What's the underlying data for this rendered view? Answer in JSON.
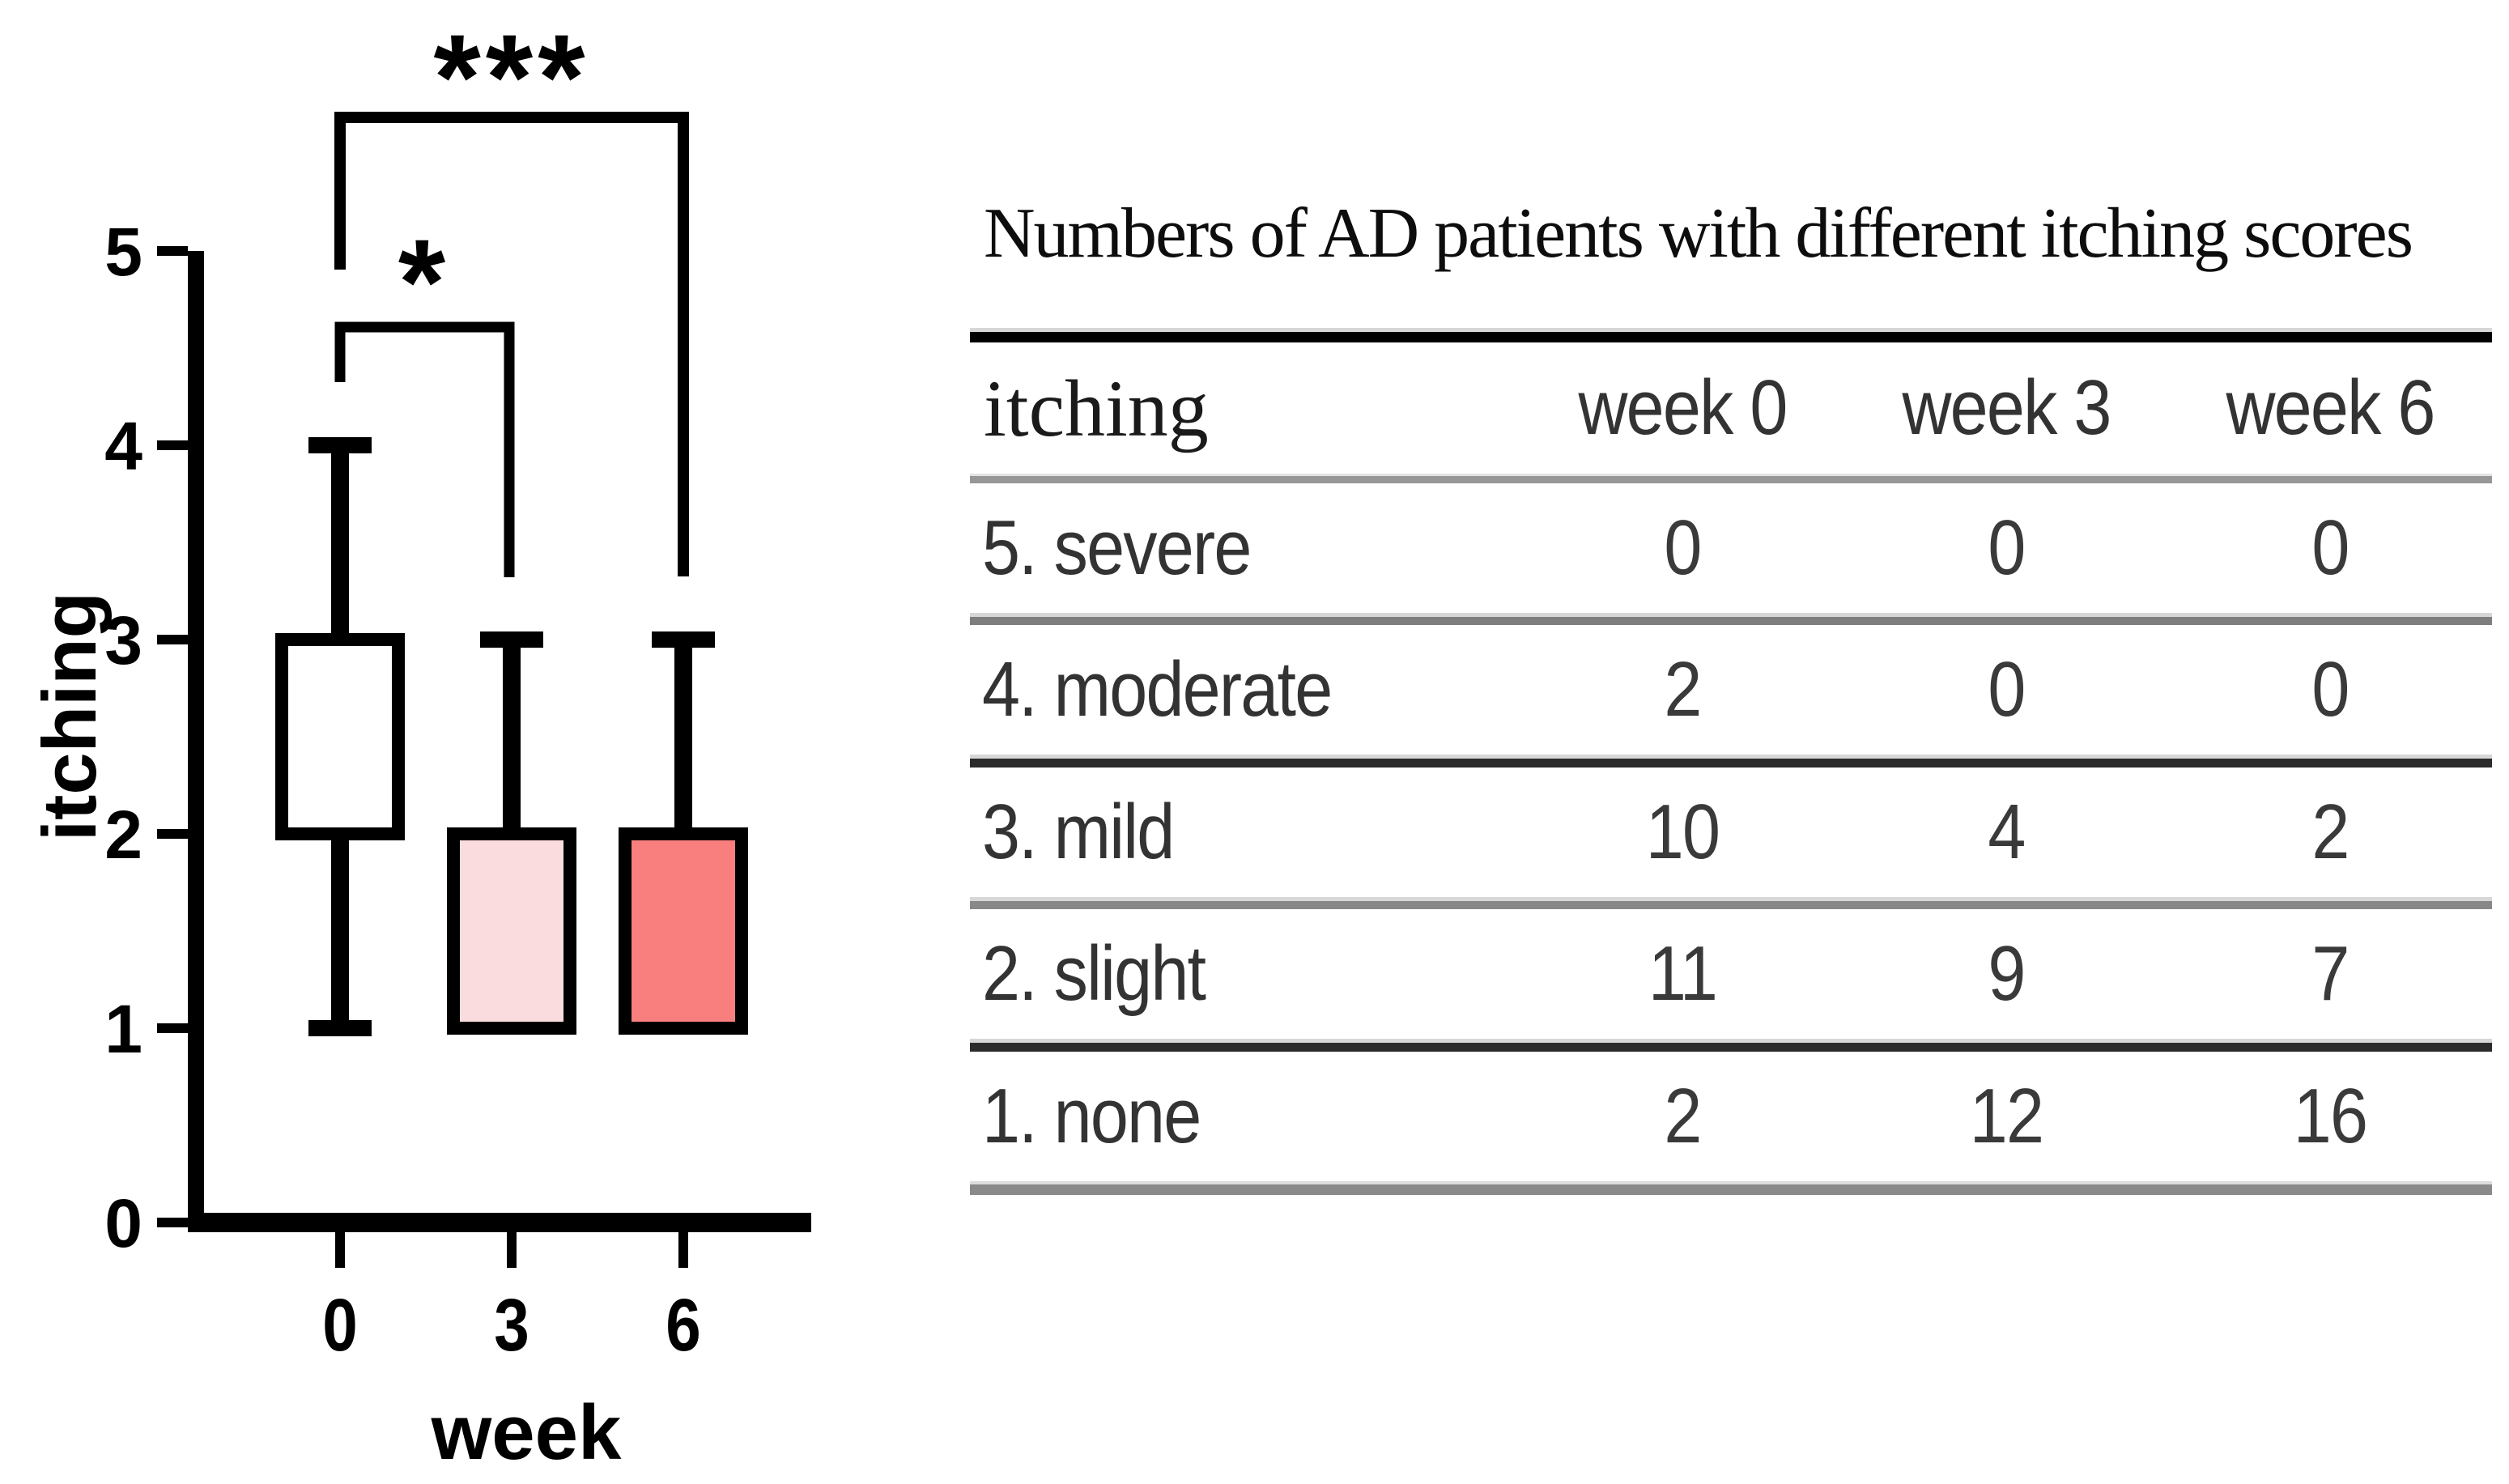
{
  "chart_data": {
    "type": "box",
    "title": "",
    "xlabel": "week",
    "ylabel": "itching",
    "ylim": [
      0,
      5
    ],
    "yticks": [
      "0",
      "1",
      "2",
      "3",
      "4",
      "5"
    ],
    "categories": [
      "0",
      "3",
      "6"
    ],
    "grid": false,
    "box_border_color": "#000000",
    "series": [
      {
        "name": "week 0",
        "whisker_low": 1,
        "q1": 2,
        "q3": 3,
        "whisker_high": 4,
        "fill": "#FFFFFF"
      },
      {
        "name": "week 3",
        "whisker_low": null,
        "q1": 1,
        "q3": 2,
        "whisker_high": 3,
        "fill": "#FBDCDE"
      },
      {
        "name": "week 6",
        "whisker_low": null,
        "q1": 1,
        "q3": 2,
        "whisker_high": 3,
        "fill": "#F97F7F"
      }
    ],
    "significance": [
      {
        "groups": [
          "0",
          "3"
        ],
        "label": "*"
      },
      {
        "groups": [
          "0",
          "6"
        ],
        "label": "***"
      }
    ]
  },
  "table": {
    "title": "Numbers of AD patients with different itching scores",
    "columns": [
      "itching",
      "week 0",
      "week 3",
      "week 6"
    ],
    "rows": [
      {
        "label": "5. severe",
        "values": [
          "0",
          "0",
          "0"
        ]
      },
      {
        "label": "4. moderate",
        "values": [
          "2",
          "0",
          "0"
        ]
      },
      {
        "label": "3. mild",
        "values": [
          "10",
          "4",
          "2"
        ]
      },
      {
        "label": "2. slight",
        "values": [
          "11",
          "9",
          "7"
        ]
      },
      {
        "label": "1. none",
        "values": [
          "2",
          "12",
          "16"
        ]
      }
    ]
  }
}
